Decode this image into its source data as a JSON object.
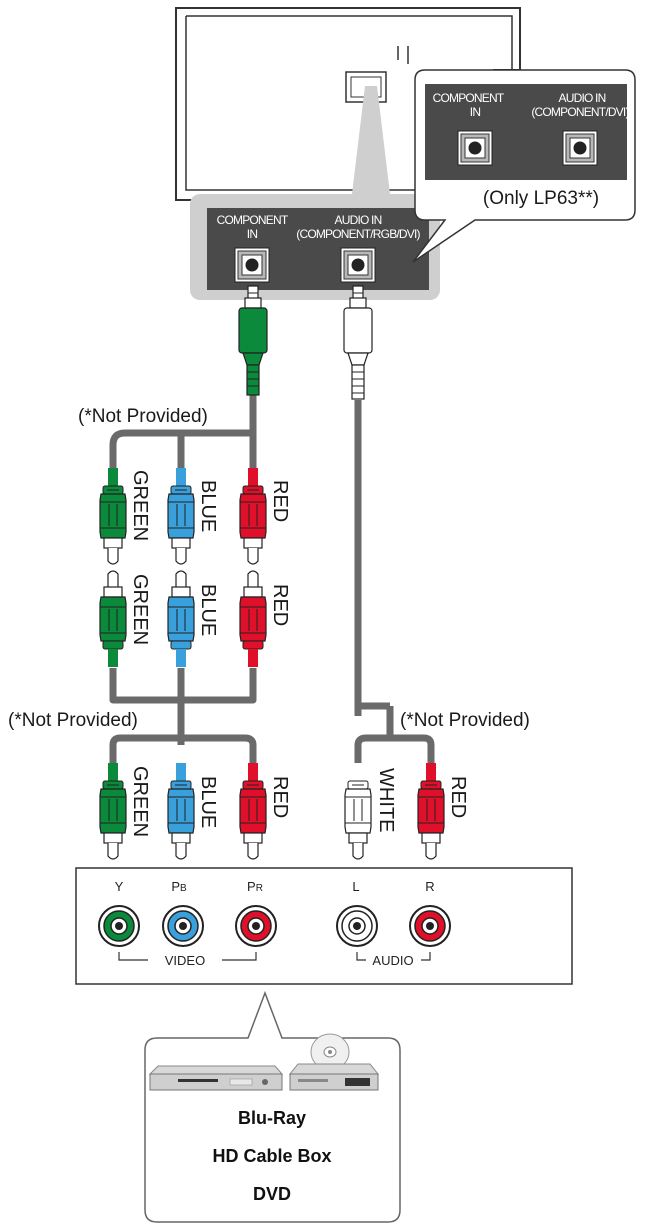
{
  "tv_panel": {
    "component_label_line1": "COMPONENT",
    "component_label_line2": "IN",
    "audio_label_line1": "AUDIO IN",
    "audio_label_line2": "(COMPONENT/RGB/DVI)"
  },
  "callout": {
    "component_label_line1": "COMPONENT",
    "component_label_line2": "IN",
    "audio_label_line1": "AUDIO IN",
    "audio_label_line2": "(COMPONENT/DVI)",
    "model_note": "(Only LP63**)"
  },
  "notes": {
    "not_provided": "(*Not Provided)"
  },
  "plug_labels": {
    "green": "GREEN",
    "blue": "BLUE",
    "red": "RED",
    "white": "WHITE"
  },
  "device_panel": {
    "jack_y": "Y",
    "jack_pb_main": "P",
    "jack_pb_sub": "B",
    "jack_pr_main": "P",
    "jack_pr_sub": "R",
    "jack_l": "L",
    "jack_r": "R",
    "video_label": "VIDEO",
    "audio_label": "AUDIO"
  },
  "devices": [
    "Blu-Ray",
    "HD Cable Box",
    "DVD"
  ],
  "colors": {
    "green": "#0a8a3a",
    "blue": "#3aa0dc",
    "red": "#e0102a",
    "white": "#ffffff",
    "cable": "#6a6a6a",
    "panel": "#4a4a4a"
  }
}
